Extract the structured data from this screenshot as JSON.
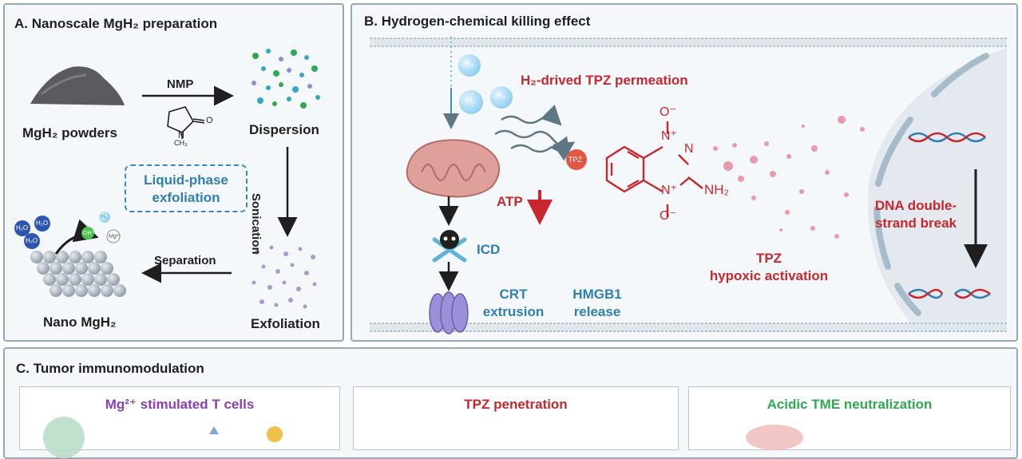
{
  "panel_a": {
    "title": "A. Nanoscale MgH₂ preparation",
    "mgh2_powders": "MgH₂ powders",
    "nmp": "NMP",
    "ch3": "CH₃",
    "o": "O",
    "n": "N",
    "dispersion": "Dispersion",
    "sonication": "Sonication",
    "liquid_phase_line1": "Liquid-phase",
    "liquid_phase_line2": "exfoliation",
    "separation": "Separation",
    "exfoliation": "Exfoliation",
    "nano_mgh2": "Nano MgH₂",
    "h2o": "H₂O",
    "oh": "OH⁻",
    "mg": "Mg²⁺",
    "h2": "H₂"
  },
  "panel_b": {
    "title": "B. Hydrogen-chemical killing effect",
    "h2": "H₂",
    "permeation": "H₂-drived TPZ permeation",
    "tpz_small": "TPZ",
    "atp": "ATP",
    "icd": "ICD",
    "crt_line1": "CRT",
    "crt_line2": "extrusion",
    "hmgb1_line1": "HMGB1",
    "hmgb1_line2": "release",
    "tpz_line1": "TPZ",
    "tpz_line2": "hypoxic activation",
    "dna_line1": "DNA double-",
    "dna_line2": "strand break",
    "o_minus": "O⁻",
    "n_plus": "N⁺",
    "n": "N",
    "nh2": "NH₂"
  },
  "panel_c": {
    "title": "C. Tumor immunomodulation",
    "sub1": "Mg²⁺ stimulated T cells",
    "sub2": "TPZ penetration",
    "sub3": "Acidic TME neutralization"
  },
  "colors": {
    "red": "#c8272d",
    "blue": "#2f7fb0",
    "green": "#2fa84f",
    "purple": "#8a3fb5",
    "border": "#9aa7b3"
  }
}
